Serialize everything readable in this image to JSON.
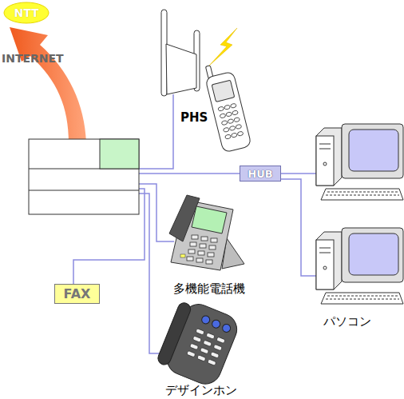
{
  "diagram": {
    "nodes": [
      {
        "text": [
          "NTT"
        ]
      },
      {
        "text": [
          "HUB"
        ]
      },
      {
        "text": [
          "FAX"
        ]
      }
    ],
    "labels": [
      "INTERNET",
      "PHS",
      "多機能電話機",
      "パソコン",
      "デザインホン"
    ]
  }
}
